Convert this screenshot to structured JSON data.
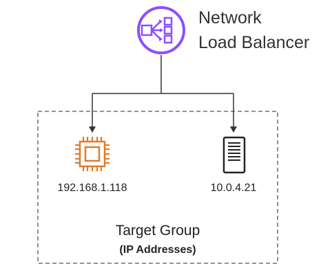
{
  "load_balancer": {
    "label_line1": "Network",
    "label_line2": "Load Balancer",
    "icon": "network-load-balancer-icon",
    "color": "#8c4fff"
  },
  "targets": [
    {
      "label": "192.168.1.118",
      "icon": "ec2-instance-chip-icon",
      "color": "#e07b28"
    },
    {
      "label": "10.0.4.21",
      "icon": "server-icon",
      "color": "#222222"
    }
  ],
  "target_group": {
    "title": "Target Group",
    "subtitle": "(IP Addresses)",
    "border_color": "#4a5568"
  },
  "connector_color": "#333333"
}
